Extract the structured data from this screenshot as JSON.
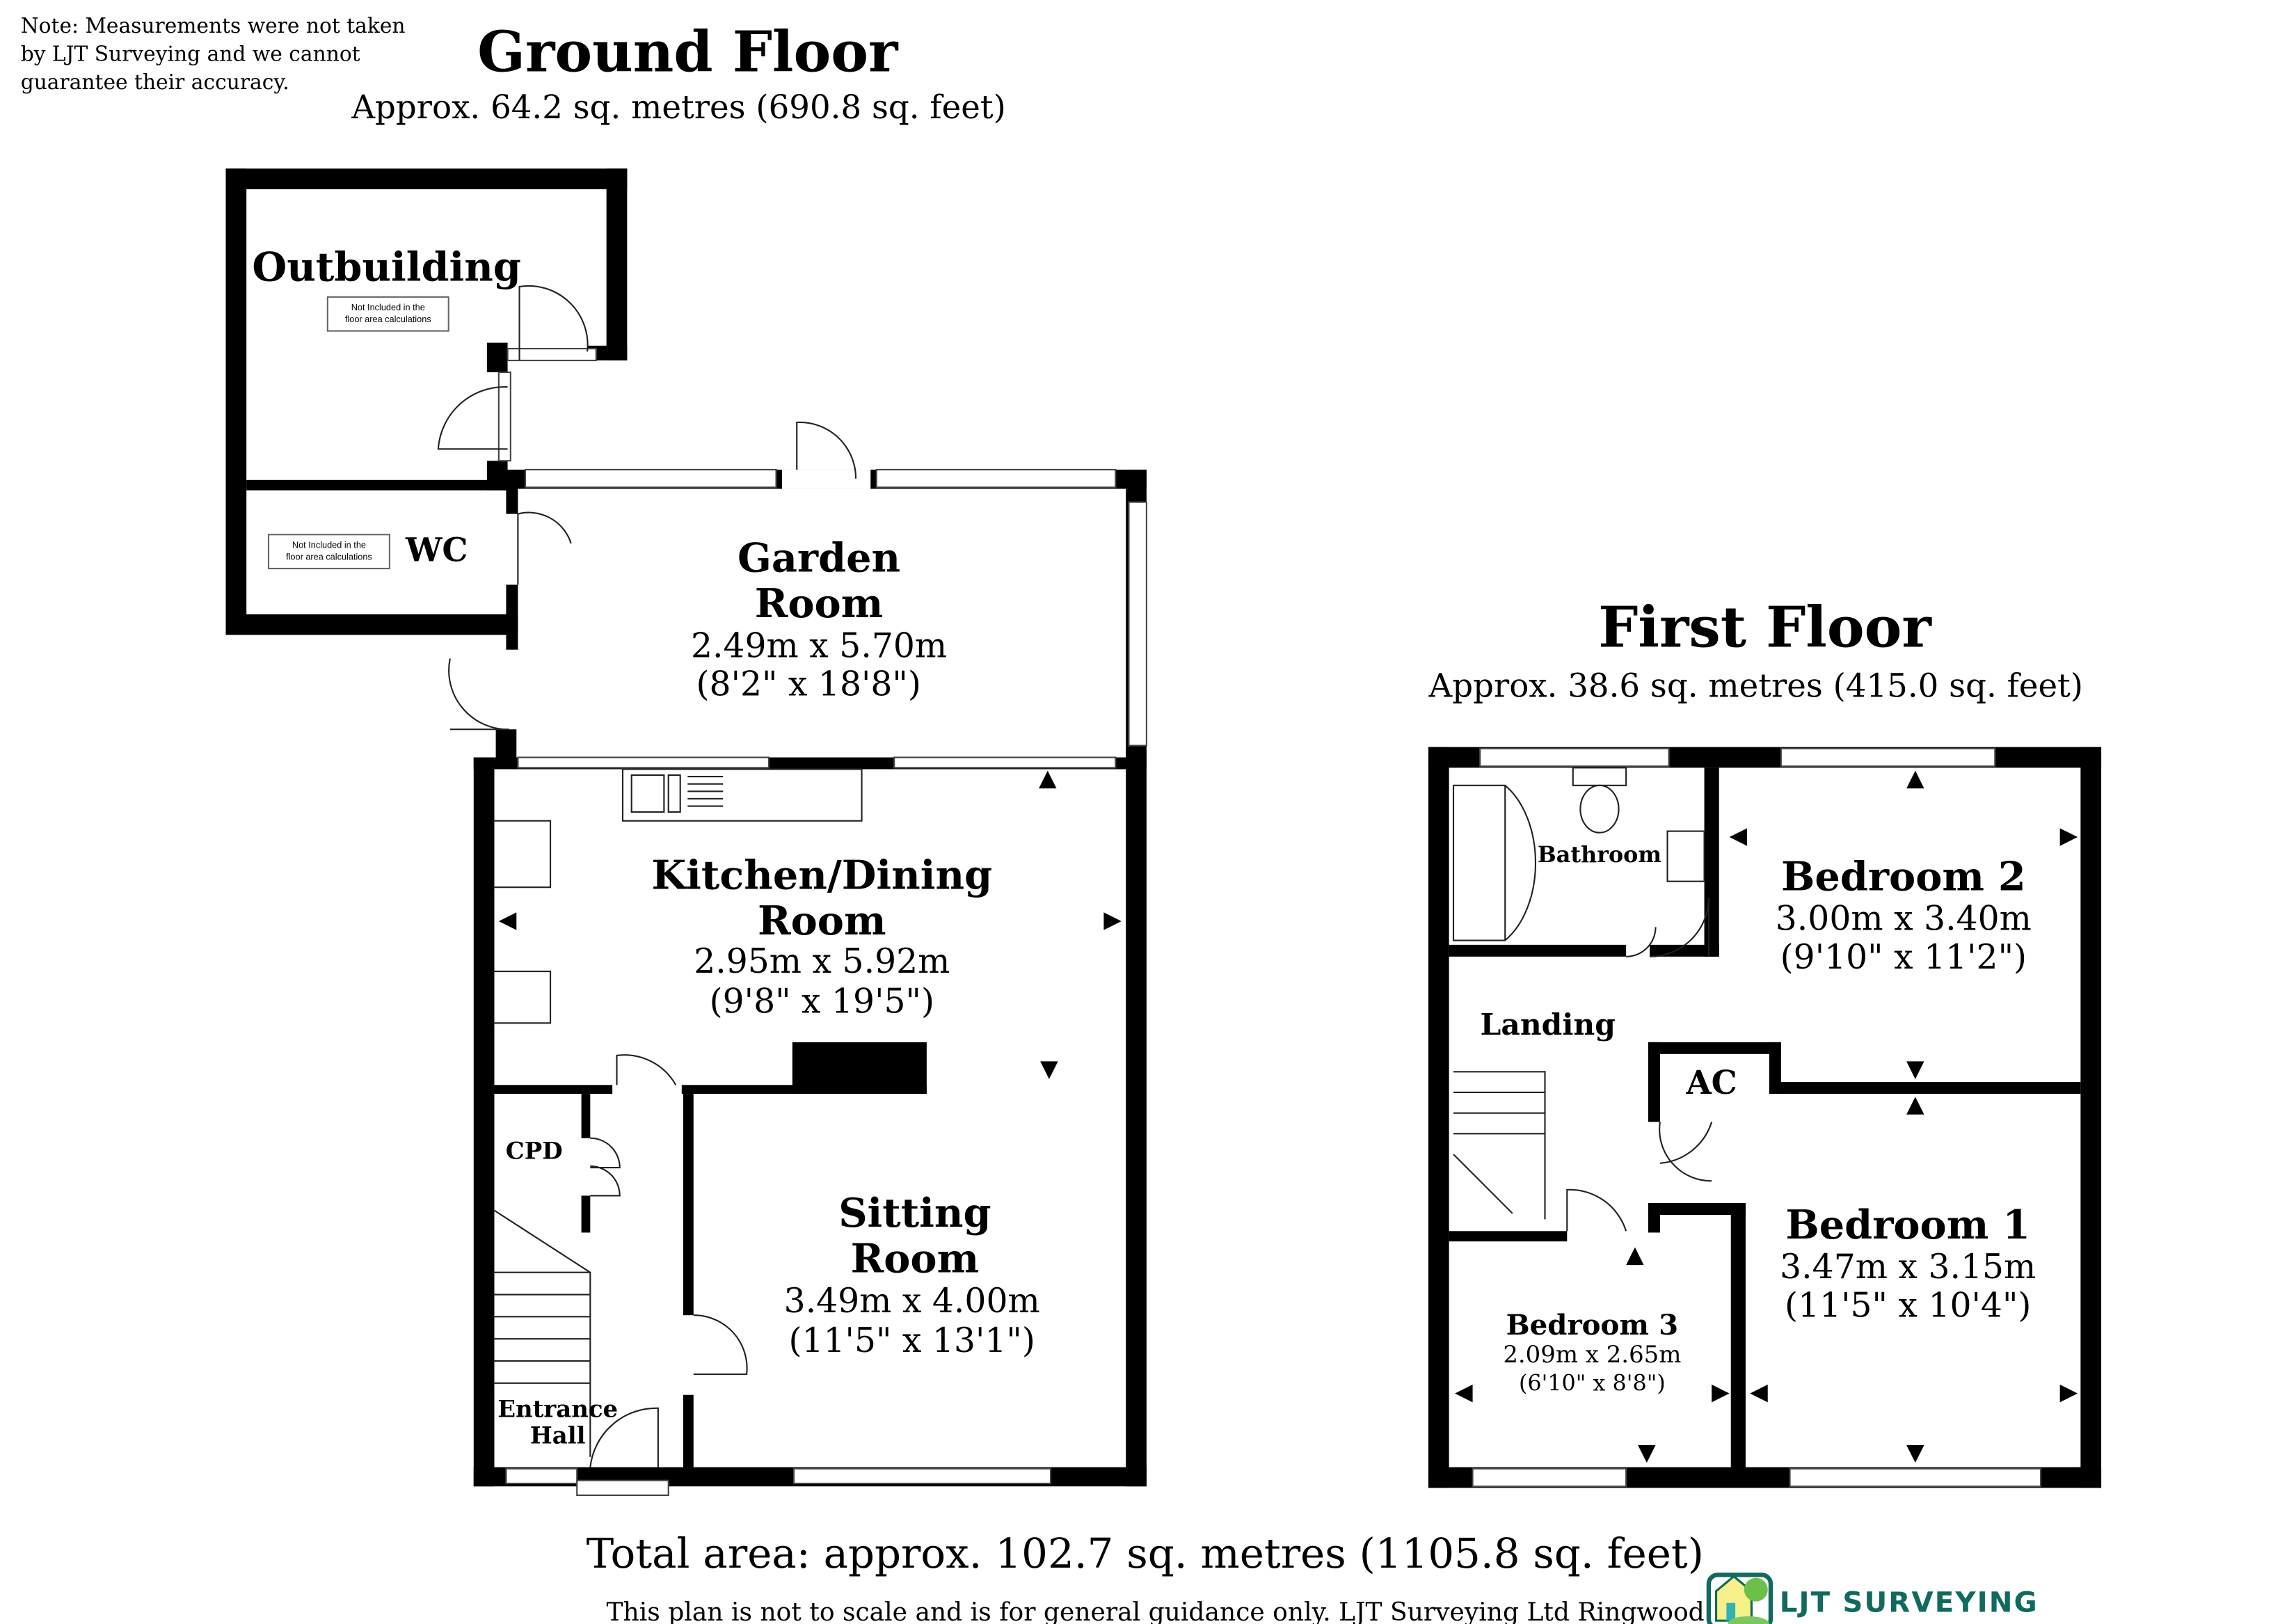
{
  "note": [
    "Note: Measurements were not taken",
    "by LJT Surveying and we cannot",
    "guarantee their accuracy."
  ],
  "ground_floor": {
    "title": "Ground Floor",
    "area": "Approx. 64.2 sq. metres (690.8 sq. feet)",
    "rooms": {
      "outbuilding": {
        "name": "Outbuilding",
        "badge": [
          "Not Included in the",
          "floor area calculations"
        ]
      },
      "wc": {
        "name": "WC",
        "badge": [
          "Not Included in the",
          "floor area calculations"
        ]
      },
      "garden_room": {
        "name": [
          "Garden",
          "Room"
        ],
        "metric": "2.49m x 5.70m",
        "imperial": "(8'2\" x 18'8\")"
      },
      "kitchen": {
        "name": [
          "Kitchen/Dining",
          "Room"
        ],
        "metric": "2.95m x 5.92m",
        "imperial": "(9'8\" x 19'5\")"
      },
      "sitting_room": {
        "name": [
          "Sitting",
          "Room"
        ],
        "metric": "3.49m x 4.00m",
        "imperial": "(11'5\" x 13'1\")"
      },
      "cpd": {
        "name": "CPD"
      },
      "entrance_hall": {
        "name": [
          "Entrance",
          "Hall"
        ]
      }
    }
  },
  "first_floor": {
    "title": "First Floor",
    "area": "Approx. 38.6 sq. metres (415.0 sq. feet)",
    "rooms": {
      "bathroom": {
        "name": "Bathroom"
      },
      "landing": {
        "name": "Landing"
      },
      "ac": {
        "name": "AC"
      },
      "bedroom2": {
        "name": "Bedroom 2",
        "metric": "3.00m x 3.40m",
        "imperial": "(9'10\" x 11'2\")"
      },
      "bedroom1": {
        "name": "Bedroom 1",
        "metric": "3.47m x 3.15m",
        "imperial": "(11'5\" x 10'4\")"
      },
      "bedroom3": {
        "name": "Bedroom 3",
        "metric": "2.09m x 2.65m",
        "imperial": "(6'10\" x 8'8\")"
      }
    }
  },
  "total_area": "Total area: approx. 102.7 sq. metres (1105.8 sq. feet)",
  "disclaimer": "This plan is not to scale and is for general guidance only. LJT Surveying Ltd Ringwood",
  "logo": {
    "text": "LJT Surveying",
    "color": "#12695e"
  }
}
